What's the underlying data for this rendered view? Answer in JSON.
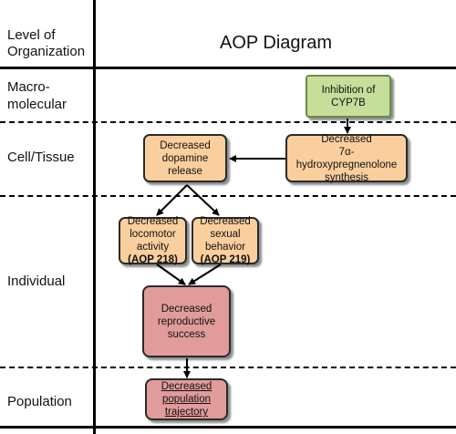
{
  "header": {
    "level_label_line1": "Level of",
    "level_label_line2": "Organization",
    "title": "AOP Diagram"
  },
  "levels": {
    "macromolecular_line1": "Macro-",
    "macromolecular_line2": "molecular",
    "cell_tissue": "Cell/Tissue",
    "individual": "Individual",
    "population": "Population"
  },
  "nodes": {
    "mie": {
      "text": "Inhibition of CYP7B",
      "color": "#c5df9b"
    },
    "ke1": {
      "line1": "Decreased",
      "line2": "7α-hydroxypregnenolone",
      "line3": "synthesis",
      "color": "#fbcf9d"
    },
    "ke2": {
      "line1": "Decreased",
      "line2": "dopamine release",
      "color": "#fbcf9d"
    },
    "ke3": {
      "line1": "Decreased",
      "line2": "locomotor activity",
      "line3": "(AOP 218)",
      "color": "#fbcf9d"
    },
    "ke4": {
      "line1": "Decreased sexual",
      "line2": "behavior",
      "line3": "(AOP 219)",
      "color": "#fbcf9d"
    },
    "ao1": {
      "line1": "Decreased",
      "line2": "reproductive",
      "line3": "success",
      "color": "#e19b9b"
    },
    "ao2": {
      "line1": "Decreased",
      "line2": "population",
      "line3": "trajectory",
      "color": "#e19b9b"
    }
  }
}
